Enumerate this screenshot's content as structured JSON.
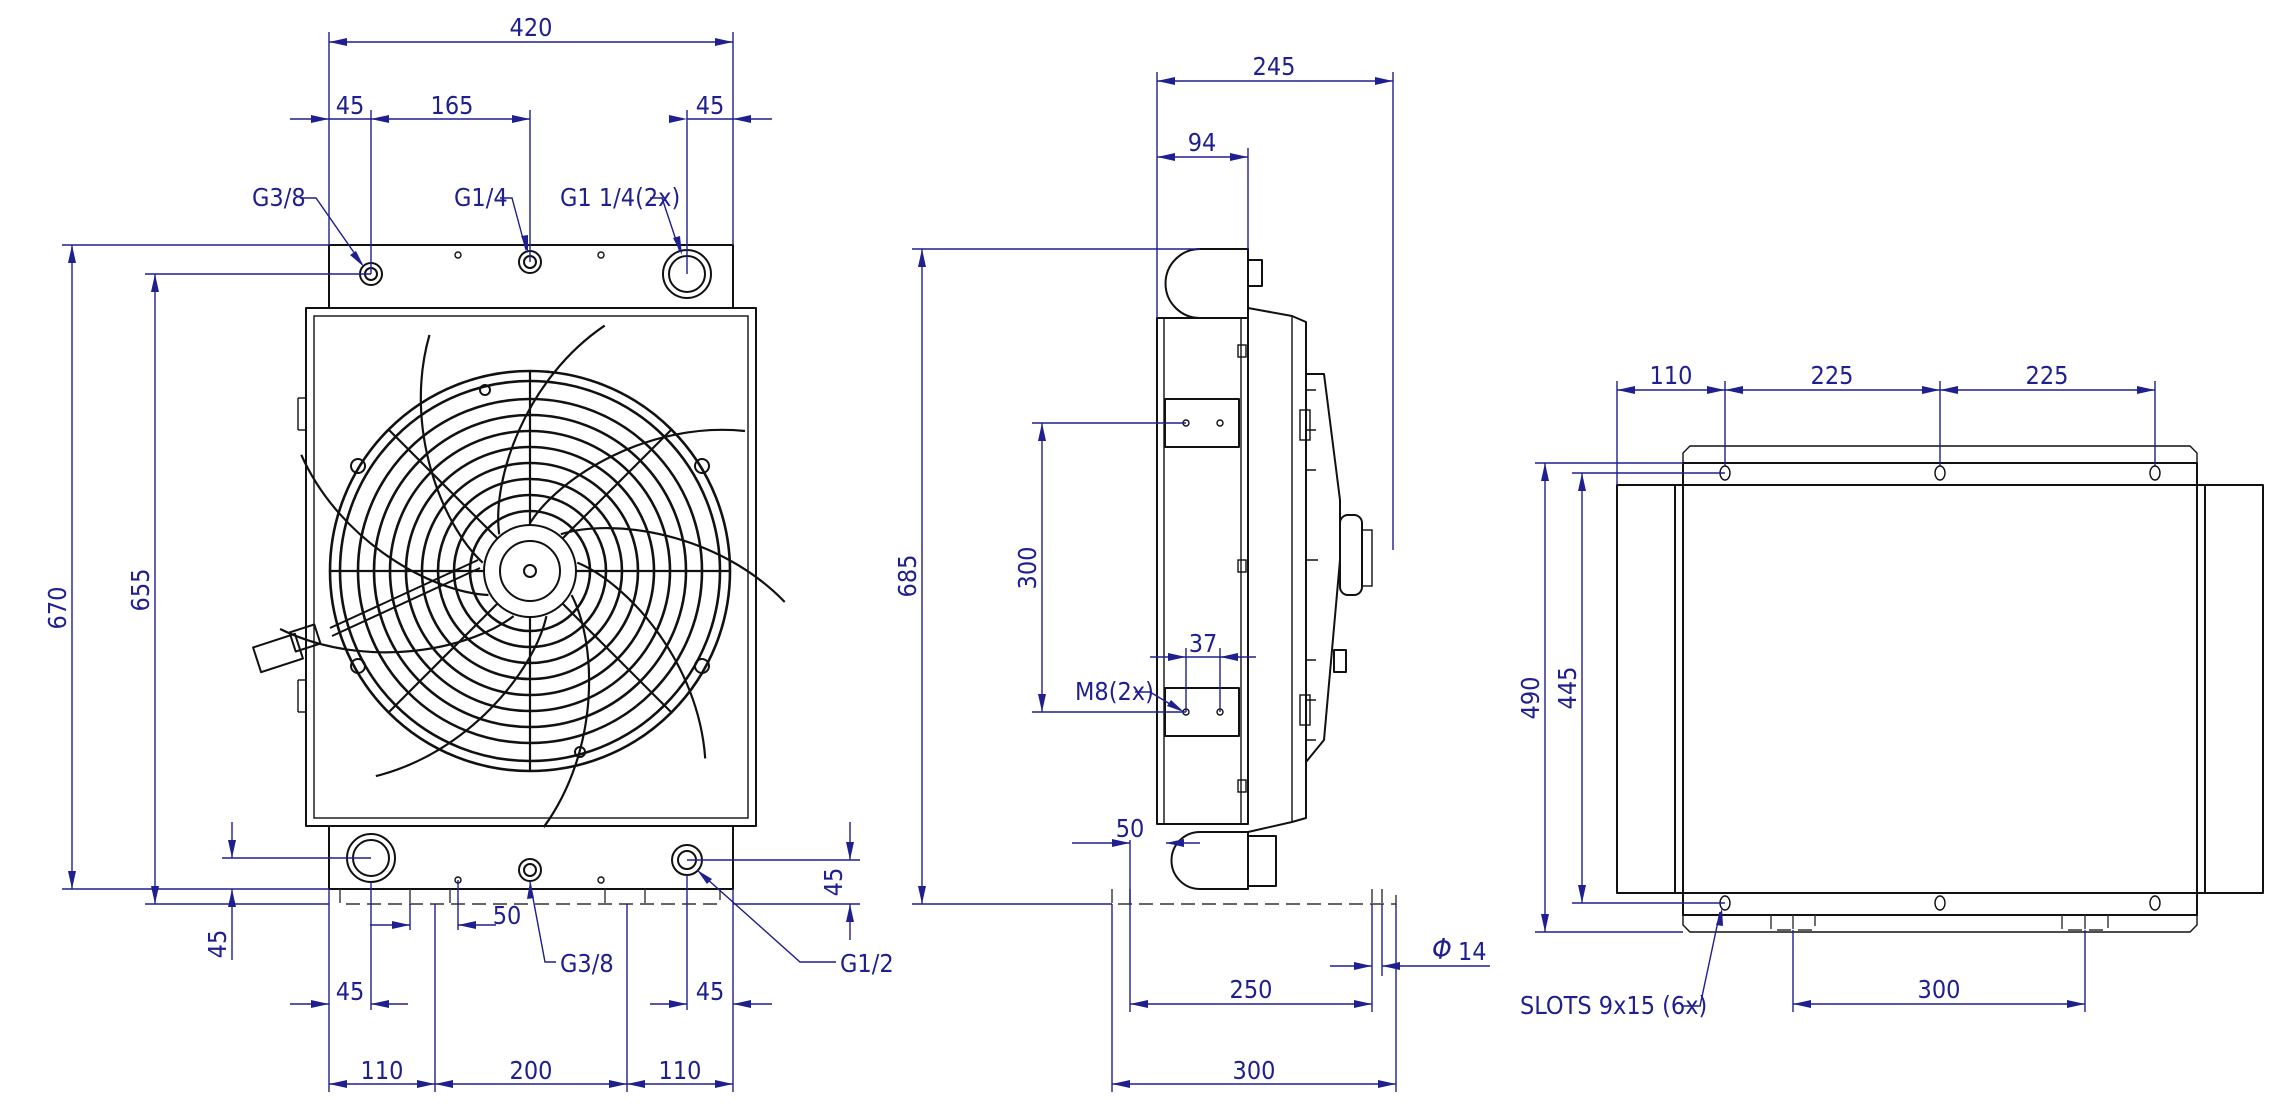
{
  "front_view": {
    "overall_width": "420",
    "left_port_offset": "45",
    "center_port_offset": "165",
    "right_port_offset": "45",
    "top_port_left": "G3/8",
    "top_port_center": "G1/4",
    "top_port_right": "G1 1/4(2x)",
    "overall_height": "670",
    "port_height": "655",
    "bottom_left_offset": "45",
    "bottom_right_offset": "45",
    "slot_gap": "50",
    "bottom_port_center": "G3/8",
    "bottom_port_right": "G1/2",
    "bottom_left_edge": "45",
    "bottom_right_edge": "45",
    "mount_left": "110",
    "mount_center": "200",
    "mount_right": "110"
  },
  "side_view": {
    "overall_depth": "245",
    "core_depth": "94",
    "overall_height": "685",
    "bracket_spacing": "300",
    "bolt_spacing": "37",
    "bolt_label": "M8(2x)",
    "foot_offset": "50",
    "foot_spacing": "250",
    "foot_diameter": "14",
    "diameter_symbol": "Φ",
    "foot_length": "300"
  },
  "top_view": {
    "hole_offset": "110",
    "hole_pitch_1": "225",
    "hole_pitch_2": "225",
    "overall_width": "490",
    "slot_spacing": "445",
    "slots_label": "SLOTS 9x15 (6x)",
    "foot_spacing": "300"
  }
}
